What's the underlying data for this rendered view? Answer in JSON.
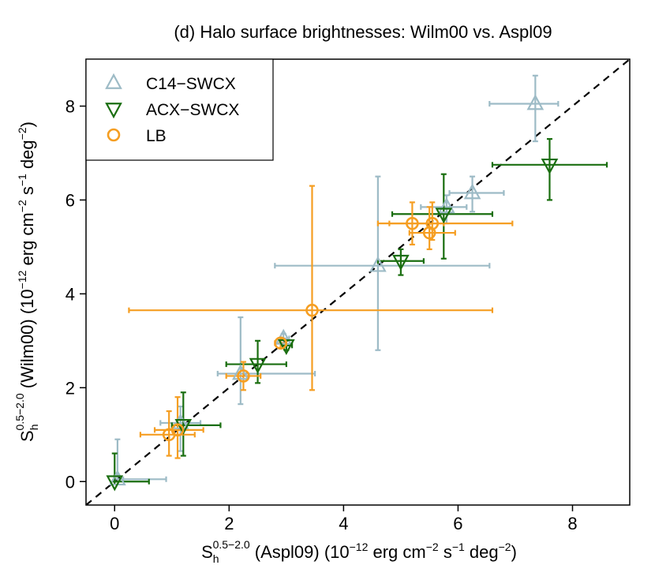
{
  "chart_data": {
    "type": "scatter",
    "title": "(d) Halo surface brightnesses: Wilm00 vs. Aspl09",
    "xlabel": {
      "base": "S",
      "sub": "h",
      "sup": "0.5−2.0",
      "text": " (Aspl09) (10",
      "exp1": "−12",
      "text2": " erg cm",
      "exp2": "−2",
      "text3": " s",
      "exp3": "−1",
      "text4": " deg",
      "exp4": "−2",
      "text5": ")"
    },
    "ylabel": {
      "base": "S",
      "sub": "h",
      "sup": "0.5−2.0",
      "text": " (Wilm00) (10",
      "exp1": "−12",
      "text2": " erg cm",
      "exp2": "−2",
      "text3": " s",
      "exp3": "−1",
      "text4": " deg",
      "exp4": "−2",
      "text5": ")"
    },
    "xlim": [
      -0.5,
      9.0
    ],
    "ylim": [
      -0.5,
      9.0
    ],
    "xticks": [
      0,
      2,
      4,
      6,
      8
    ],
    "yticks": [
      0,
      2,
      4,
      6,
      8
    ],
    "reference_line": "y = x (dashed)",
    "legend": {
      "placement": "top-left",
      "entries": [
        {
          "label": "C14−SWCX",
          "marker": "triangle-up",
          "color": "#9dbbc6"
        },
        {
          "label": "ACX−SWCX",
          "marker": "triangle-down",
          "color": "#1a6e10"
        },
        {
          "label": "LB",
          "marker": "circle",
          "color": "#f59e22"
        }
      ]
    },
    "series": [
      {
        "name": "C14−SWCX",
        "marker": "triangle-up",
        "color": "#9dbbc6",
        "points": [
          {
            "x": 0.05,
            "y": 0.05,
            "xerr": [
              0.15,
              0.9
            ],
            "yerr": [
              0.05,
              0.9
            ]
          },
          {
            "x": 1.15,
            "y": 1.25,
            "xerr": [
              0.8,
              1.5
            ],
            "yerr": [
              0.65,
              1.6
            ]
          },
          {
            "x": 2.2,
            "y": 2.3,
            "xerr": [
              1.8,
              3.5
            ],
            "yerr": [
              1.65,
              3.5
            ]
          },
          {
            "x": 2.95,
            "y": 3.05,
            "xerr": [
              2.9,
              3.05
            ],
            "yerr": [
              2.95,
              3.15
            ]
          },
          {
            "x": 4.6,
            "y": 4.6,
            "xerr": [
              2.8,
              6.55
            ],
            "yerr": [
              2.8,
              6.5
            ]
          },
          {
            "x": 5.8,
            "y": 5.85,
            "xerr": [
              5.35,
              6.15
            ],
            "yerr": [
              5.5,
              6.1
            ]
          },
          {
            "x": 6.25,
            "y": 6.15,
            "xerr": [
              5.85,
              6.8
            ],
            "yerr": [
              5.75,
              6.5
            ]
          },
          {
            "x": 7.35,
            "y": 8.05,
            "xerr": [
              6.55,
              7.75
            ],
            "yerr": [
              7.25,
              8.65
            ]
          }
        ]
      },
      {
        "name": "ACX−SWCX",
        "marker": "triangle-down",
        "color": "#1a6e10",
        "points": [
          {
            "x": 0.0,
            "y": 0.0,
            "xerr": [
              0.0,
              0.6
            ],
            "yerr": [
              0.0,
              0.6
            ]
          },
          {
            "x": 1.2,
            "y": 1.2,
            "xerr": [
              1.0,
              1.85
            ],
            "yerr": [
              0.55,
              1.9
            ]
          },
          {
            "x": 2.5,
            "y": 2.5,
            "xerr": [
              1.95,
              3.0
            ],
            "yerr": [
              2.1,
              3.0
            ]
          },
          {
            "x": 3.0,
            "y": 2.9,
            "xerr": [
              2.95,
              3.1
            ],
            "yerr": [
              2.8,
              3.0
            ]
          },
          {
            "x": 5.0,
            "y": 4.7,
            "xerr": [
              4.6,
              5.4
            ],
            "yerr": [
              4.4,
              4.95
            ]
          },
          {
            "x": 5.75,
            "y": 5.7,
            "xerr": [
              4.85,
              6.6
            ],
            "yerr": [
              4.75,
              6.55
            ]
          },
          {
            "x": 7.6,
            "y": 6.75,
            "xerr": [
              6.6,
              8.6
            ],
            "yerr": [
              6.0,
              7.3
            ]
          }
        ]
      },
      {
        "name": "LB",
        "marker": "circle",
        "color": "#f59e22",
        "points": [
          {
            "x": 0.95,
            "y": 1.0,
            "xerr": [
              0.45,
              1.4
            ],
            "yerr": [
              0.55,
              1.5
            ]
          },
          {
            "x": 1.1,
            "y": 1.1,
            "xerr": [
              0.7,
              1.55
            ],
            "yerr": [
              0.5,
              1.8
            ]
          },
          {
            "x": 2.25,
            "y": 2.25,
            "xerr": [
              1.95,
              2.55
            ],
            "yerr": [
              1.95,
              2.55
            ]
          },
          {
            "x": 2.9,
            "y": 2.95,
            "xerr": [
              2.8,
              3.0
            ],
            "yerr": [
              2.85,
              3.05
            ]
          },
          {
            "x": 3.45,
            "y": 3.65,
            "xerr": [
              0.25,
              6.6
            ],
            "yerr": [
              1.95,
              6.3
            ]
          },
          {
            "x": 5.2,
            "y": 5.5,
            "xerr": [
              4.6,
              5.75
            ],
            "yerr": [
              5.05,
              5.95
            ]
          },
          {
            "x": 5.5,
            "y": 5.3,
            "xerr": [
              5.15,
              5.95
            ],
            "yerr": [
              4.95,
              5.85
            ]
          },
          {
            "x": 5.55,
            "y": 5.5,
            "xerr": [
              4.8,
              6.95
            ],
            "yerr": [
              5.15,
              5.95
            ]
          }
        ]
      }
    ]
  }
}
